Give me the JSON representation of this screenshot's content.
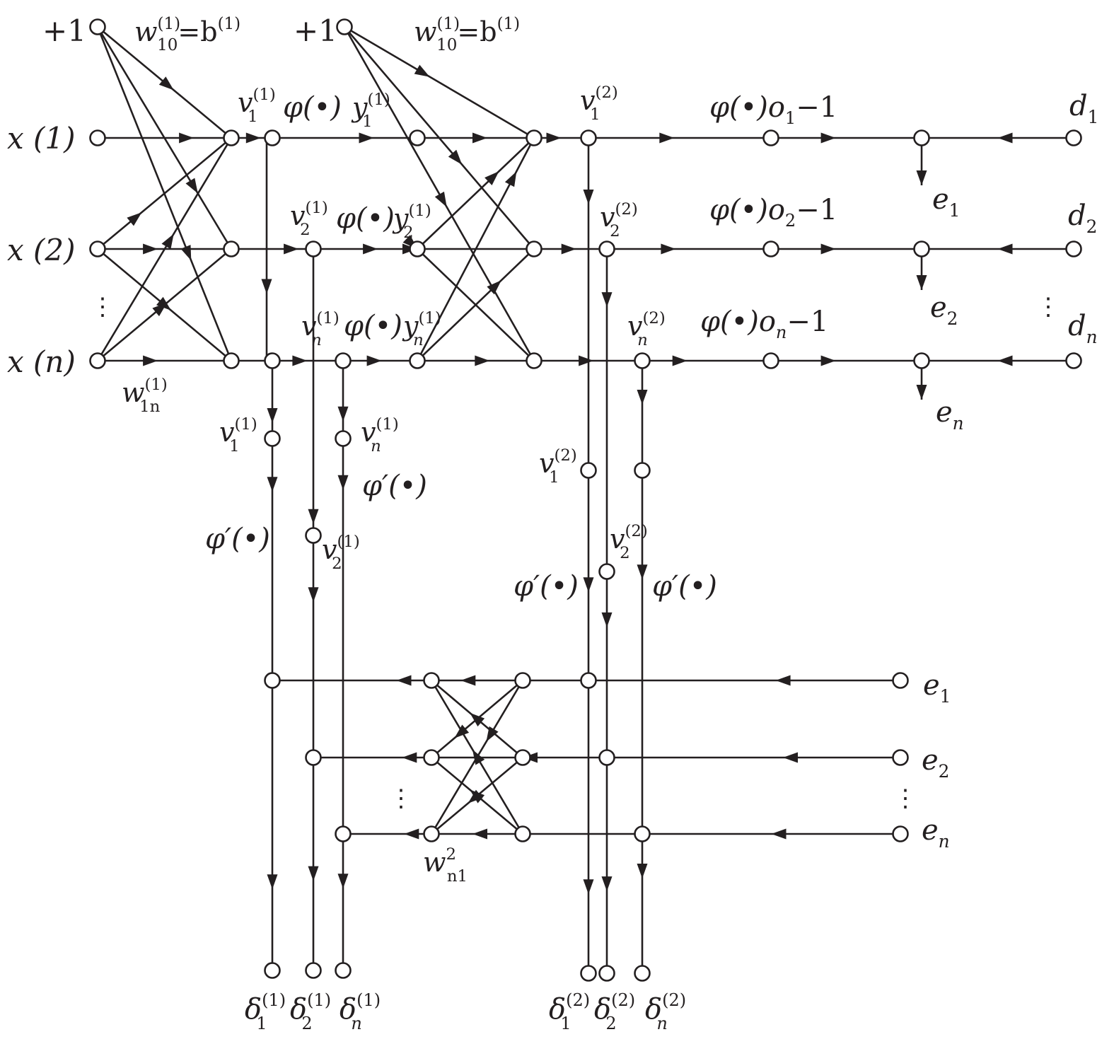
{
  "inputs": {
    "bias": "+1",
    "x1": "x (1)",
    "x2": "x (2)",
    "xn": "x (n)",
    "vdots": "⋮"
  },
  "weights": {
    "bias_w": "w",
    "bias_w_sub": "10",
    "bias_w_sup": "(1)",
    "bias_eq": "=b",
    "bias_b_sup": "(1)",
    "w1n": "w",
    "w1n_sub": "1n",
    "w1n_sup": "(1)",
    "wn1": "w",
    "wn1_sub": "n1",
    "wn1_sup": "2"
  },
  "symbols": {
    "v": "v",
    "phi_dot": "φ(•)",
    "phi_prime": "φ′(•)",
    "y": "y",
    "o": "o",
    "minus1": "−1",
    "d": "d",
    "e": "e",
    "delta": "δ",
    "sup1": "(1)",
    "sup2": "(2)",
    "s1": "1",
    "s2": "2",
    "sn": "n"
  }
}
